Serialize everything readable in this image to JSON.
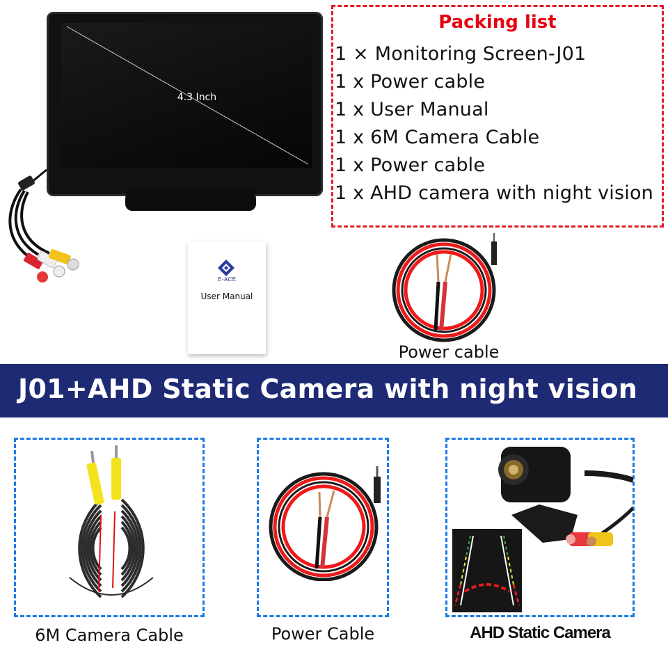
{
  "monitor": {
    "size_label": "4.3 Inch"
  },
  "packing_list": {
    "title": "Packing list",
    "items": [
      "1 × Monitoring Screen-J01",
      "1 x Power cable",
      "1 x User Manual",
      "1 x 6M Camera Cable",
      "1 x Power cable",
      "1 x AHD camera with night vision"
    ],
    "colors": {
      "title": "#e60012",
      "border": "#e01c24"
    }
  },
  "manual": {
    "brand": "E-ACE",
    "title": "User Manual"
  },
  "power_cable_top": {
    "label": "Power cable"
  },
  "banner": {
    "text": "J01+AHD Static Camera with night vision",
    "color": "#1f2a74"
  },
  "bottom_items": [
    {
      "caption": "6M Camera Cable"
    },
    {
      "caption": "Power Cable"
    },
    {
      "caption": "AHD Static Camera"
    }
  ],
  "colors": {
    "box_border": "#1b7ae6"
  }
}
